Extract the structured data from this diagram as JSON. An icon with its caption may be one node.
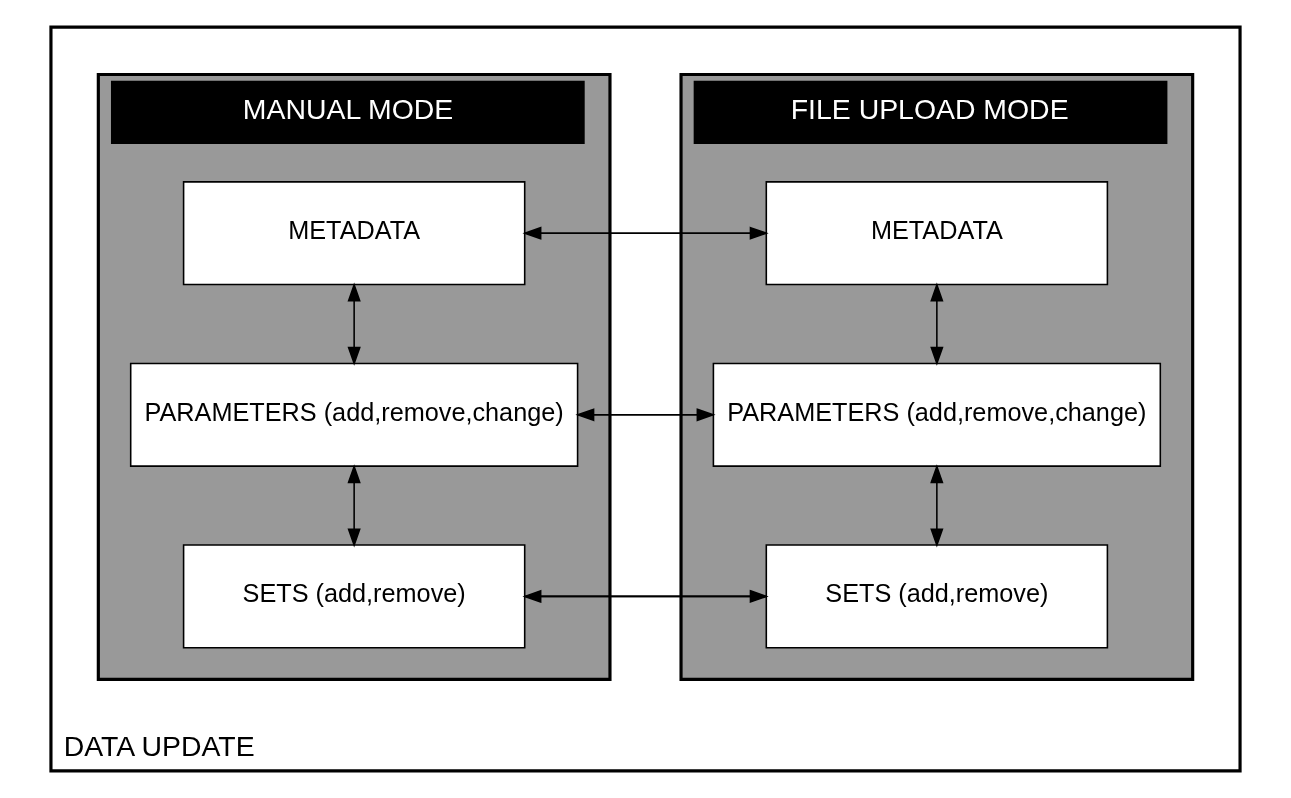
{
  "diagram": {
    "nodes": [
      {
        "text": [
          "DATA UPDATE"
        ]
      },
      {
        "text": [
          "FILE UPLOAD MODE"
        ],
        "in": 0
      },
      {
        "text": [
          "METADATA"
        ],
        "in": 1
      },
      {
        "text": [
          "PARAMETERS (add,remove,change)"
        ],
        "in": 1
      },
      {
        "text": [
          "SETS (add,remove)"
        ],
        "in": 1
      },
      {
        "text": [
          "MANUAL MODE"
        ],
        "in": 0
      },
      {
        "text": [
          "METADATA"
        ],
        "in": 5
      },
      {
        "text": [
          "PARAMETERS (add,remove,change)"
        ],
        "in": 5
      },
      {
        "text": [
          "SETS (add,remove)"
        ],
        "in": 5
      }
    ],
    "edges": [
      {
        "from": 2,
        "to": 3,
        "arrow": "both"
      },
      {
        "from": 3,
        "to": 4,
        "arrow": "both"
      },
      {
        "from": 6,
        "to": 7,
        "arrow": "both"
      },
      {
        "from": 7,
        "to": 8,
        "arrow": "both"
      },
      {
        "from": 2,
        "to": 6,
        "arrow": "to"
      },
      {
        "from": 6,
        "to": 2,
        "arrow": "to"
      },
      {
        "from": 3,
        "to": 7,
        "arrow": "to"
      },
      {
        "from": 7,
        "to": 3,
        "arrow": "to"
      },
      {
        "from": 4,
        "to": 8,
        "arrow": "to"
      },
      {
        "from": 8,
        "to": 4,
        "arrow": "to"
      }
    ]
  }
}
